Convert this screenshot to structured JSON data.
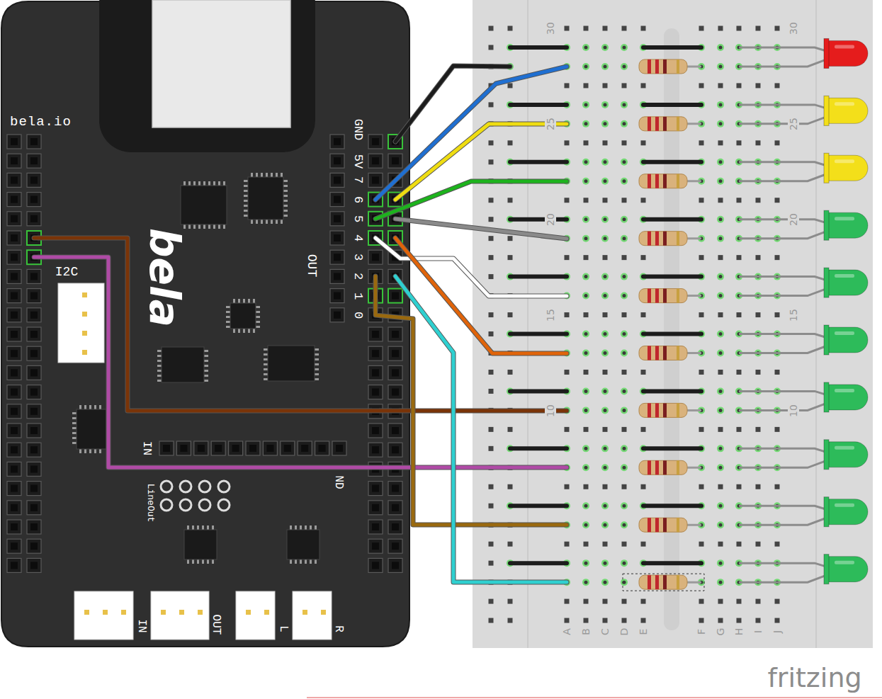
{
  "diagram": {
    "nodes": [
      {
        "text": [
          "bela.io"
        ]
      }
    ],
    "labels": [
      "bela",
      "GND",
      "5V",
      "7",
      "6",
      "5",
      "4",
      "3",
      "2",
      "1",
      "0",
      "OUT",
      "I2C",
      "IN",
      "ND",
      "LineOut",
      "IN",
      "OUT",
      "L",
      "R",
      "30",
      "25",
      "20",
      "15",
      "10",
      "30",
      "25",
      "20",
      "15",
      "10",
      "A",
      "B",
      "C",
      "D",
      "E",
      "F",
      "G",
      "H",
      "I",
      "J",
      "fritzing"
    ]
  }
}
